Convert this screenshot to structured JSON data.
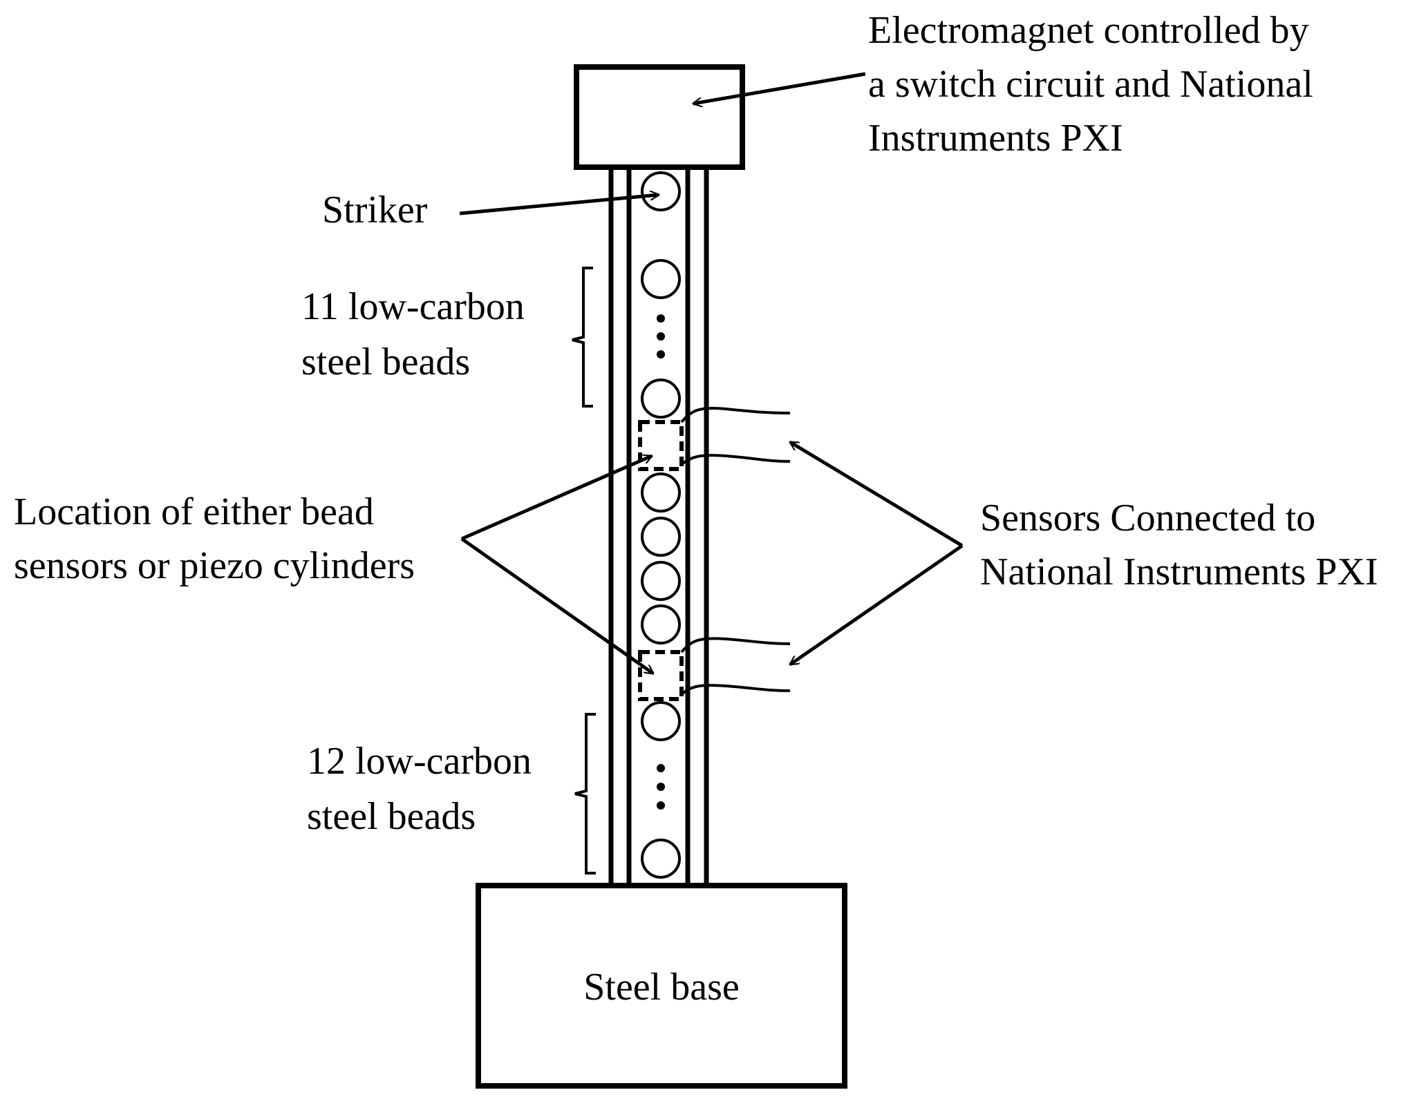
{
  "labels": {
    "electromagnet": [
      "Electromagnet controlled by",
      "a switch circuit and National",
      "Instruments PXI"
    ],
    "striker": "Striker",
    "upper_beads": [
      "11 low-carbon",
      "steel beads"
    ],
    "lower_beads": [
      "12 low-carbon",
      "steel beads"
    ],
    "sensor_location": [
      "Location of either bead",
      "sensors or piezo cylinders"
    ],
    "sensors_connected": [
      "Sensors Connected to",
      "National Instruments PXI"
    ],
    "base": "Steel base"
  }
}
